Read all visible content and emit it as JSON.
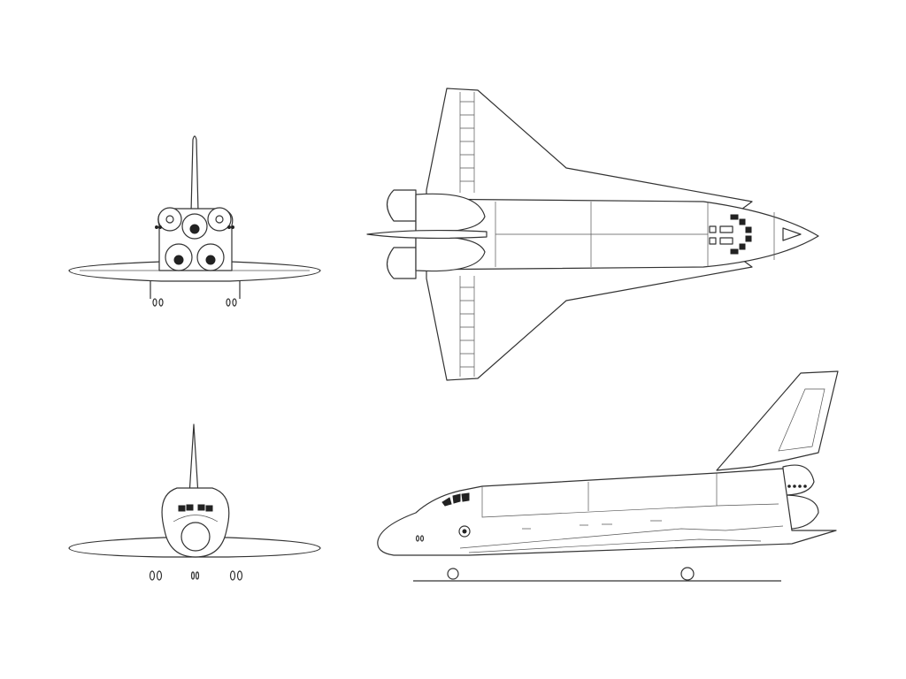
{
  "drawing": {
    "subject": "space-shuttle-orbiter",
    "views": [
      "rear",
      "top",
      "front",
      "side"
    ],
    "line_color": "#333333",
    "background": "#ffffff"
  }
}
